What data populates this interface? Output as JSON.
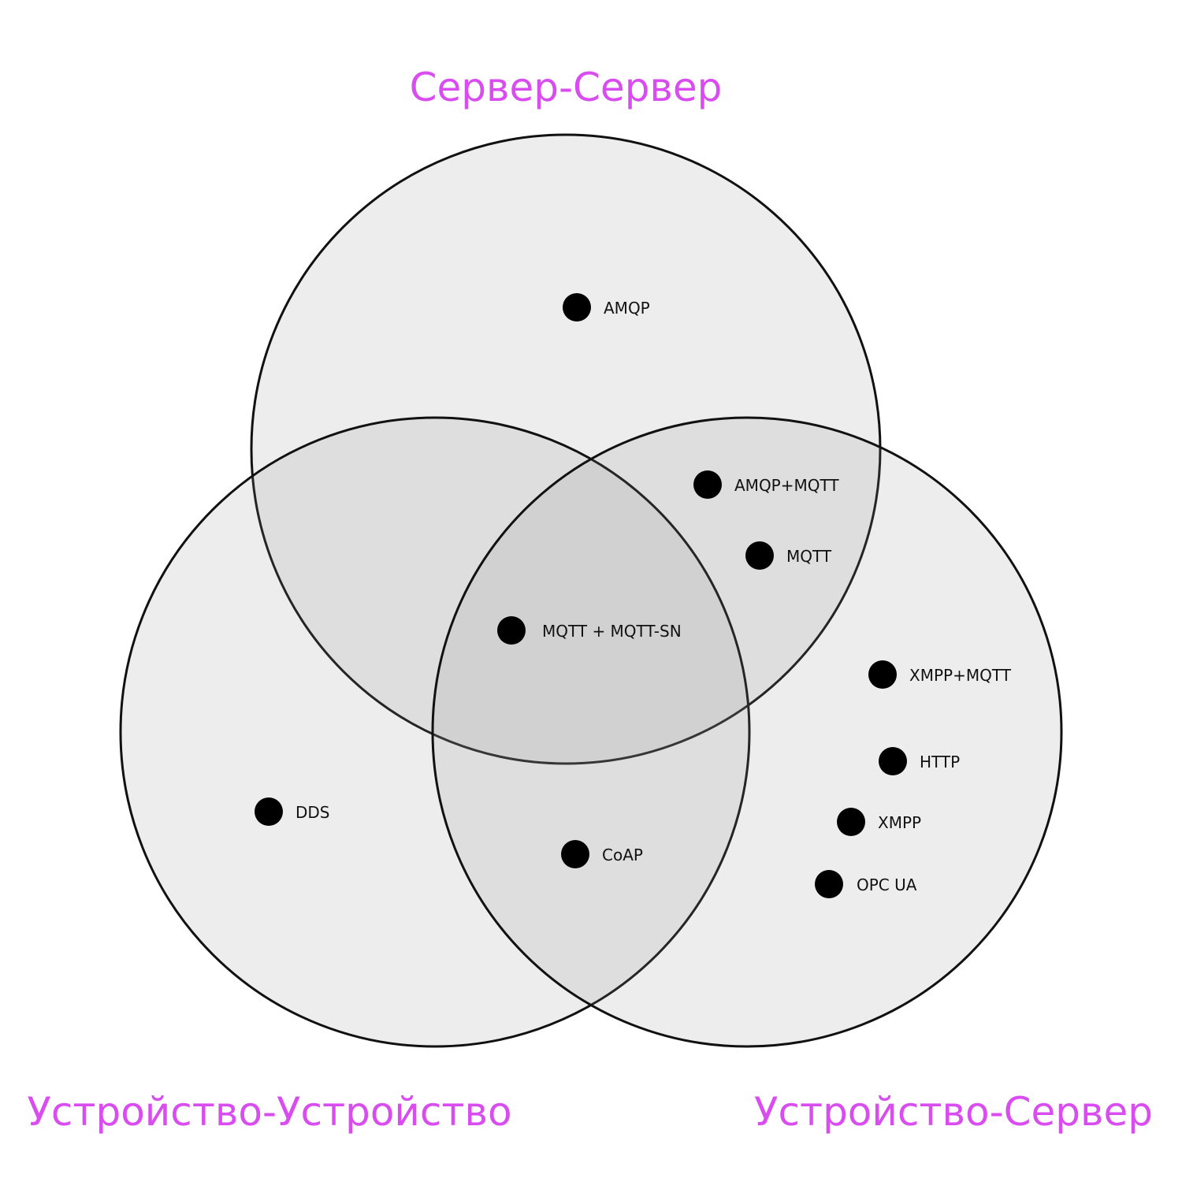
{
  "colors": {
    "title": "#d94cf0",
    "circle_fill": "#8c8c8c",
    "circle_stroke": "#111111",
    "dot": "#000000"
  },
  "sets": {
    "top": "Сервер-Сервер",
    "left": "Устройство-Устройство",
    "right": "Устройство-Сервер"
  },
  "items": [
    {
      "key": "amqp",
      "label": "AMQP",
      "region": "Сервер-Сервер"
    },
    {
      "key": "amqp-mqtt",
      "label": "AMQP+MQTT",
      "region": "Сервер-Сервер ∩ Устройство-Сервер"
    },
    {
      "key": "mqtt",
      "label": "MQTT",
      "region": "Сервер-Сервер ∩ Устройство-Сервер"
    },
    {
      "key": "mqtt-sn",
      "label": "MQTT + MQTT-SN",
      "region": "all three"
    },
    {
      "key": "xmpp-mqtt",
      "label": "XMPP+MQTT",
      "region": "Устройство-Сервер"
    },
    {
      "key": "http",
      "label": "HTTP",
      "region": "Устройство-Сервер"
    },
    {
      "key": "xmpp",
      "label": "XMPP",
      "region": "Устройство-Сервер"
    },
    {
      "key": "opc-ua",
      "label": "OPC UA",
      "region": "Устройство-Сервер"
    },
    {
      "key": "dds",
      "label": "DDS",
      "region": "Устройство-Устройство"
    },
    {
      "key": "coap",
      "label": "CoAP",
      "region": "Устройство-Устройство ∩ Устройство-Сервер"
    }
  ]
}
